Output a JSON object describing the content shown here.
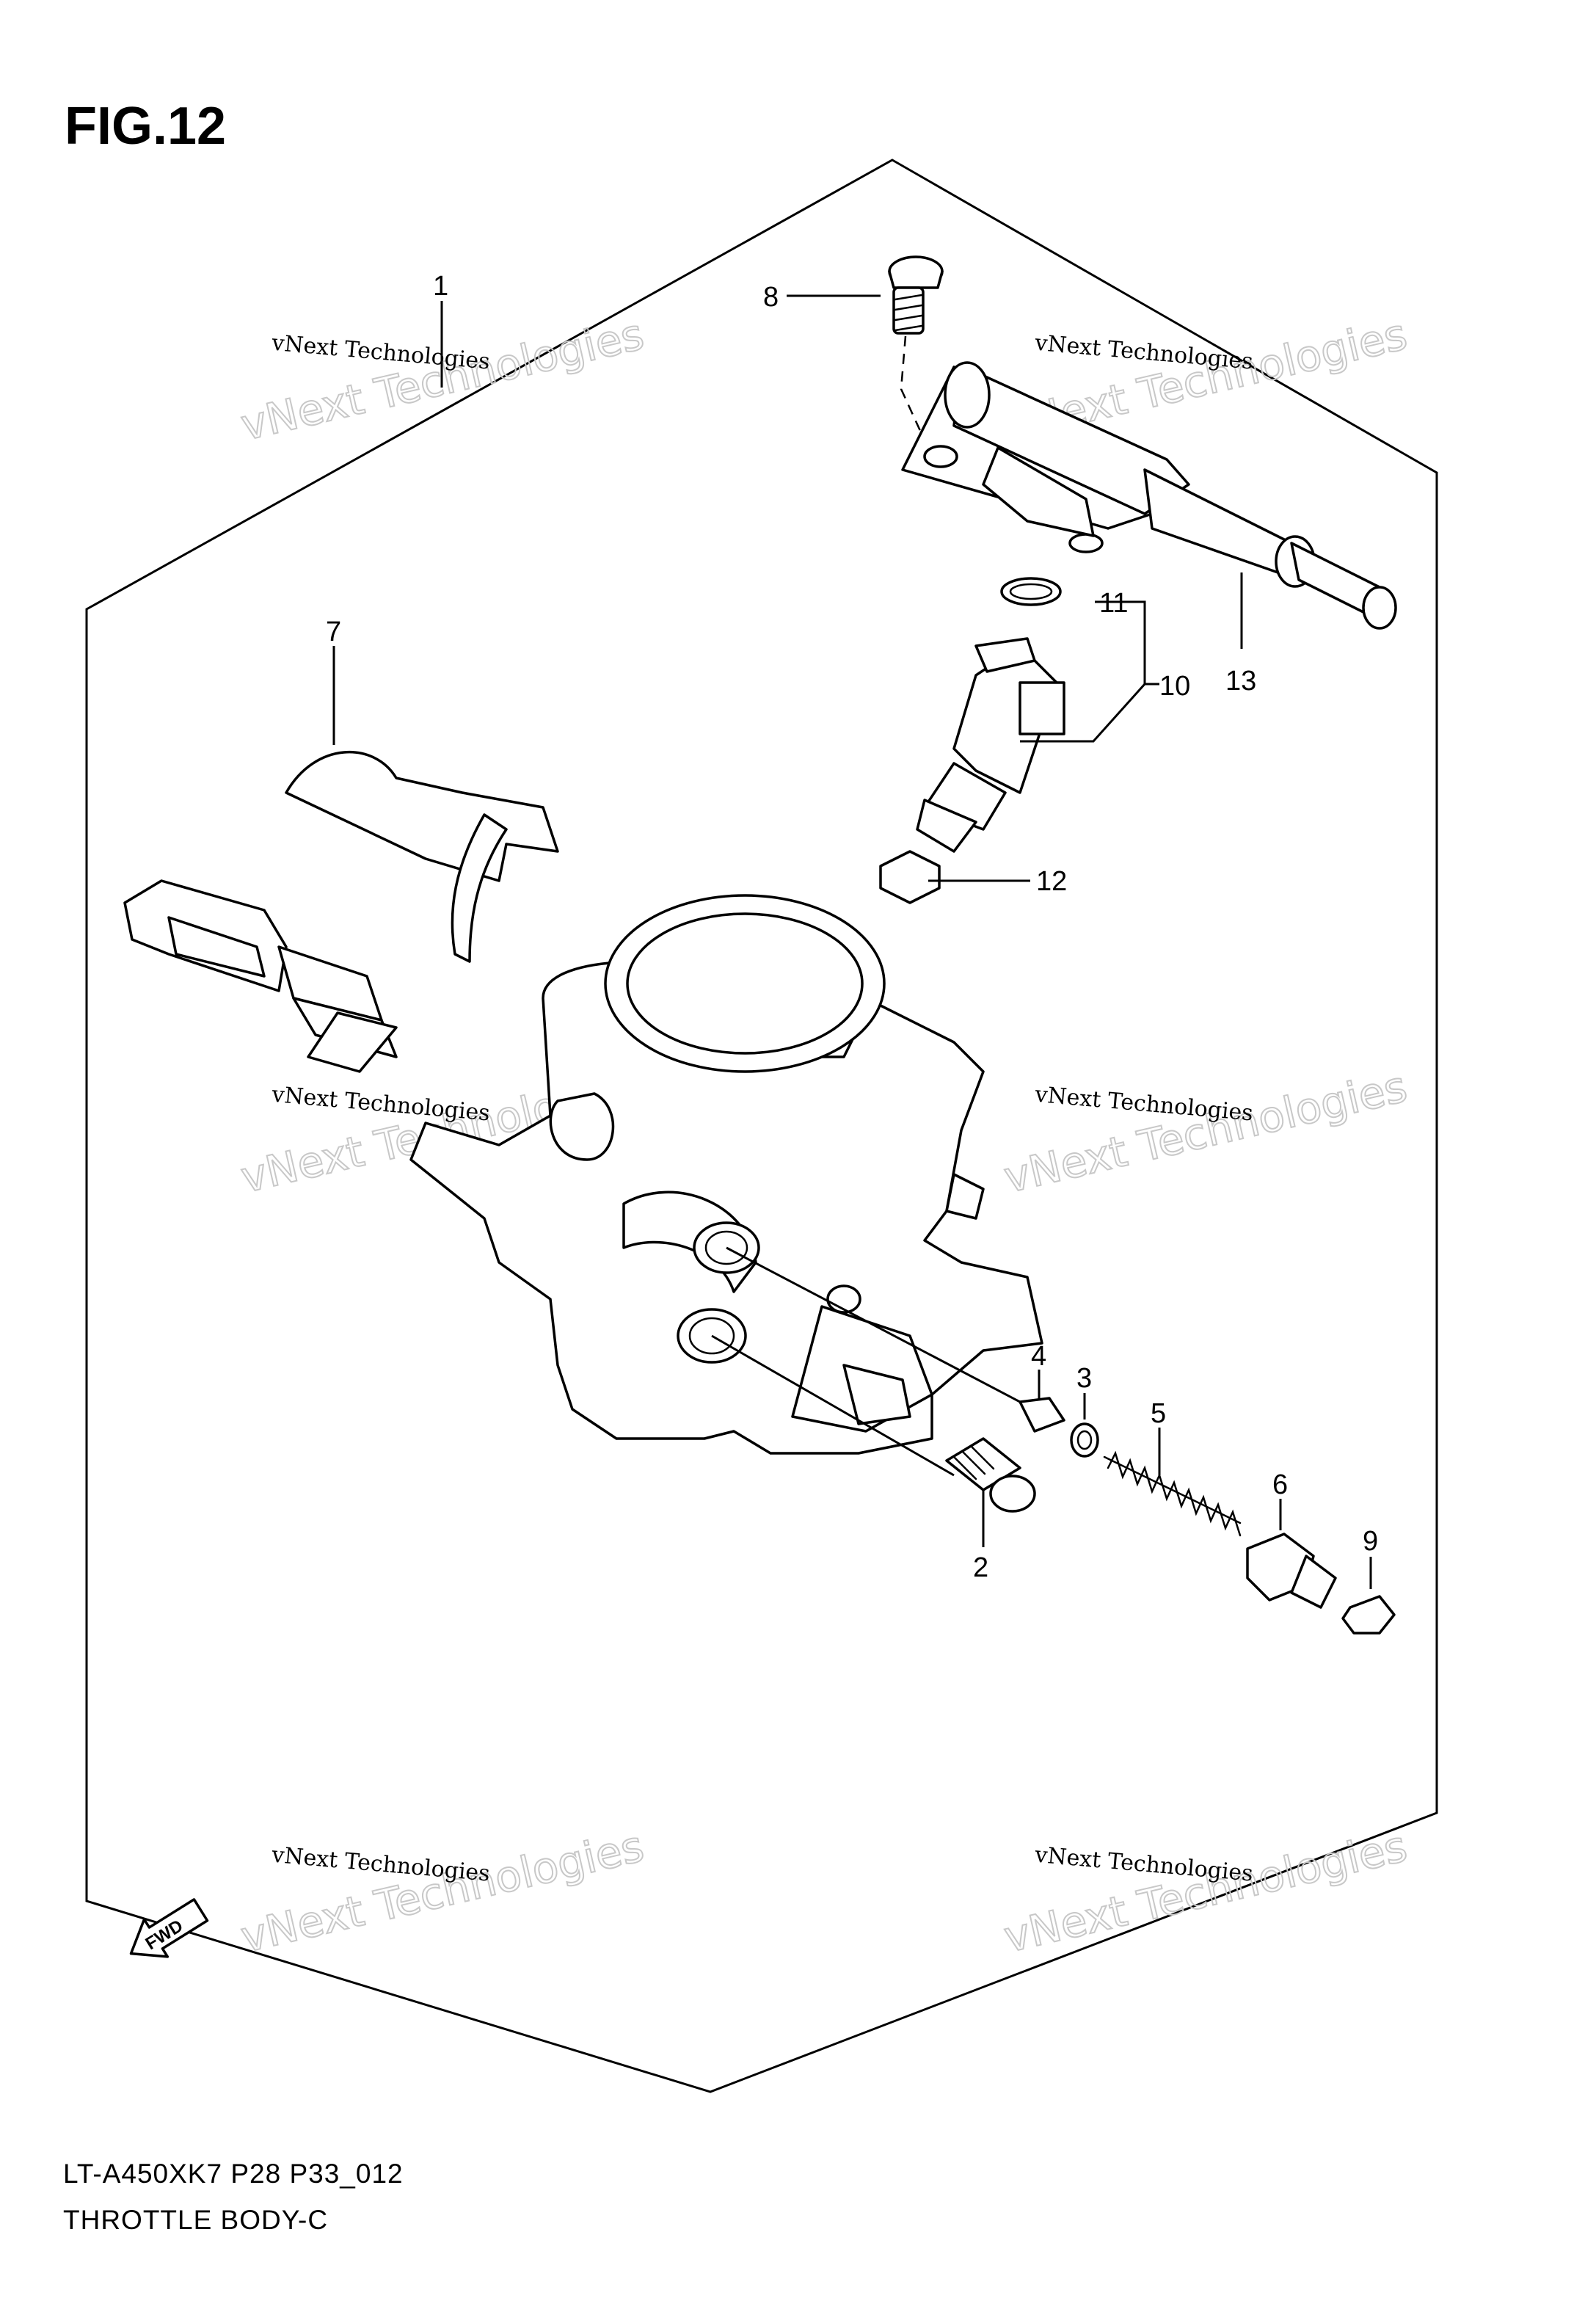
{
  "figure": {
    "title": "FIG.12",
    "model_code": "LT-A450XK7 P28 P33_012",
    "section_name": "THROTTLE BODY-C"
  },
  "direction_indicator": {
    "label": "FWD"
  },
  "watermarks": [
    {
      "small": "vNext Technologies",
      "big": "vNext Technologies"
    },
    {
      "small": "vNext Technologies",
      "big": "vNext Technologies"
    },
    {
      "small": "vNext Technologies",
      "big": "vNext Technologies"
    },
    {
      "small": "vNext Technologies",
      "big": "vNext Technologies"
    },
    {
      "small": "vNext Technologies",
      "big": "vNext Technologies"
    },
    {
      "small": "vNext Technologies",
      "big": "vNext Technologies"
    }
  ],
  "callouts": [
    {
      "id": "1",
      "label": "1"
    },
    {
      "id": "2",
      "label": "2"
    },
    {
      "id": "3",
      "label": "3"
    },
    {
      "id": "4",
      "label": "4"
    },
    {
      "id": "5",
      "label": "5"
    },
    {
      "id": "6",
      "label": "6"
    },
    {
      "id": "7",
      "label": "7"
    },
    {
      "id": "8",
      "label": "8"
    },
    {
      "id": "9",
      "label": "9"
    },
    {
      "id": "10",
      "label": "10"
    },
    {
      "id": "11",
      "label": "11"
    },
    {
      "id": "12",
      "label": "12"
    },
    {
      "id": "13",
      "label": "13"
    }
  ]
}
